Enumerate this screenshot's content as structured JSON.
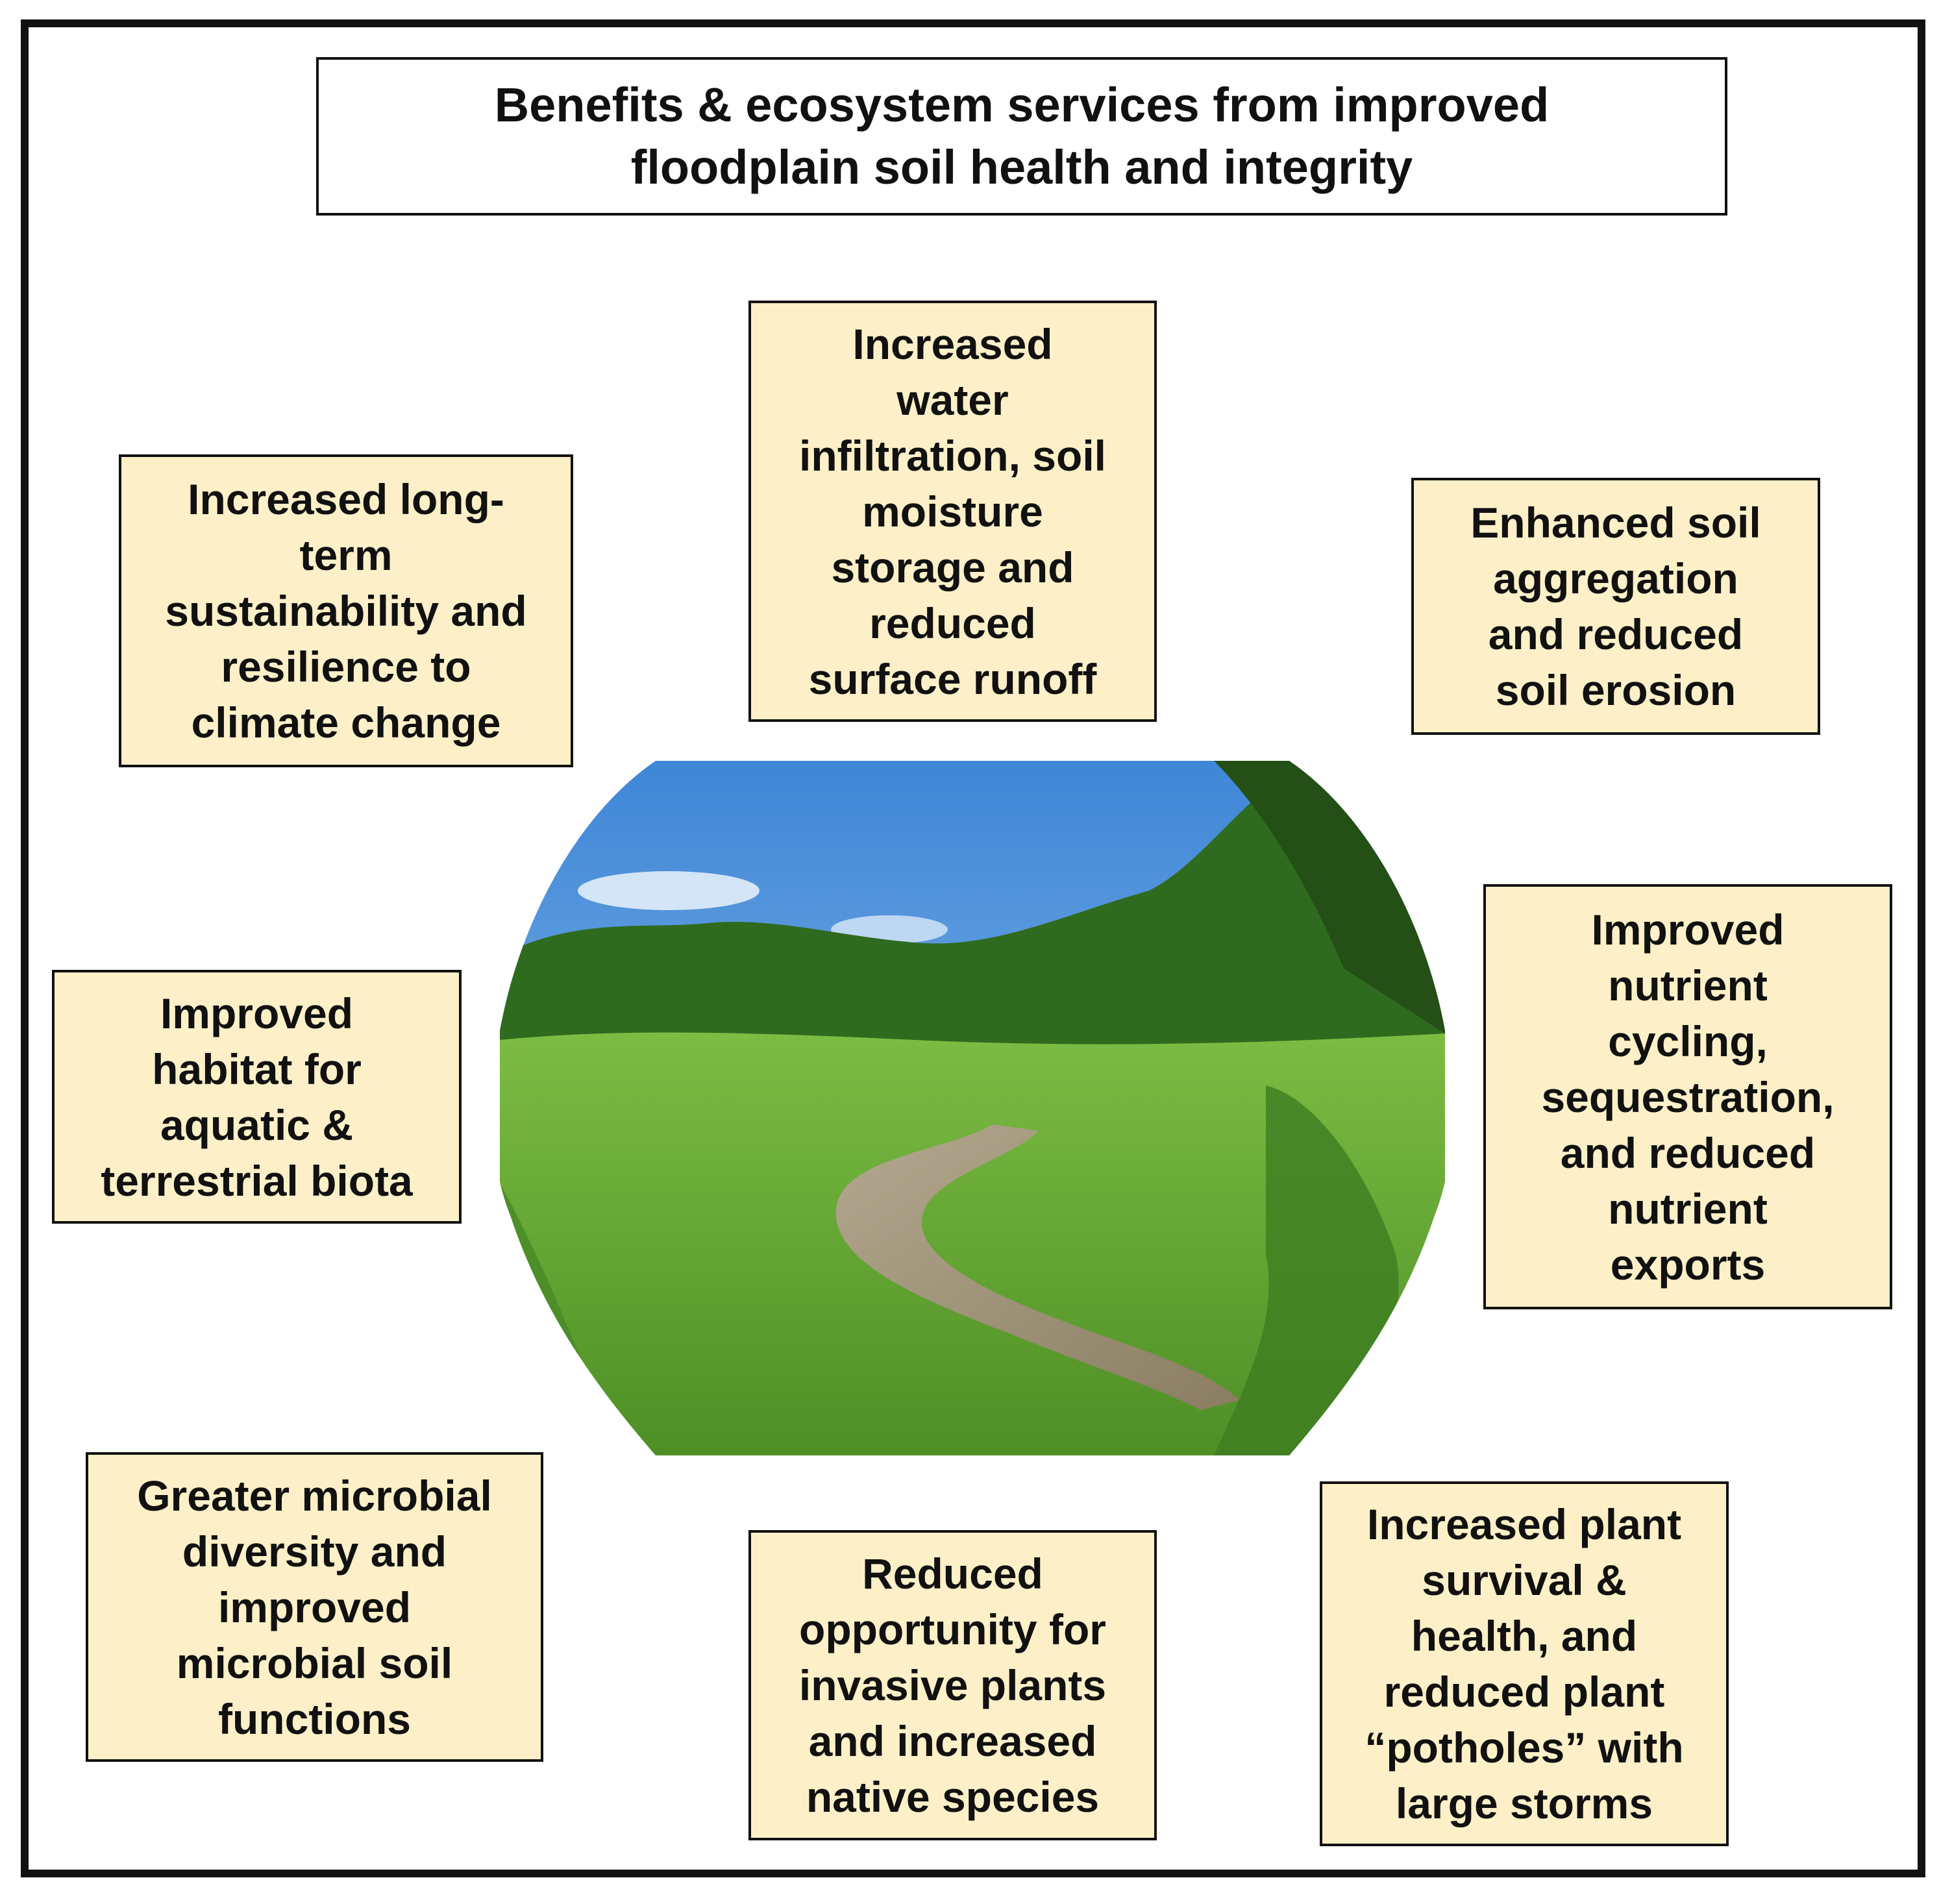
{
  "title": "Benefits & ecosystem services from improved\nfloodplain soil health and integrity",
  "benefits": {
    "water": "Increased\nwater\ninfiltration, soil\nmoisture\nstorage and\nreduced\nsurface runoff",
    "sustainability": "Increased long-\nterm\nsustainability and\nresilience to\nclimate change",
    "aggregation": "Enhanced soil\naggregation\nand reduced\nsoil erosion",
    "habitat": "Improved\nhabitat for\naquatic &\nterrestrial biota",
    "nutrient": "Improved\nnutrient\ncycling,\nsequestration,\nand reduced\nnutrient\nexports",
    "microbial": "Greater microbial\ndiversity and\nimproved\nmicrobial soil\nfunctions",
    "invasive": "Reduced\nopportunity for\ninvasive plants\nand increased\nnative species",
    "plant": "Increased plant\nsurvival &\nhealth, and\nreduced plant\n“potholes” with\nlarge storms"
  },
  "colors": {
    "box_fill": "#fdf0c8",
    "border": "#111111",
    "sky": "#5a9ee0",
    "trees": "#2f6b1f",
    "grass": "#6fb33a",
    "water": "#9c8f78"
  }
}
